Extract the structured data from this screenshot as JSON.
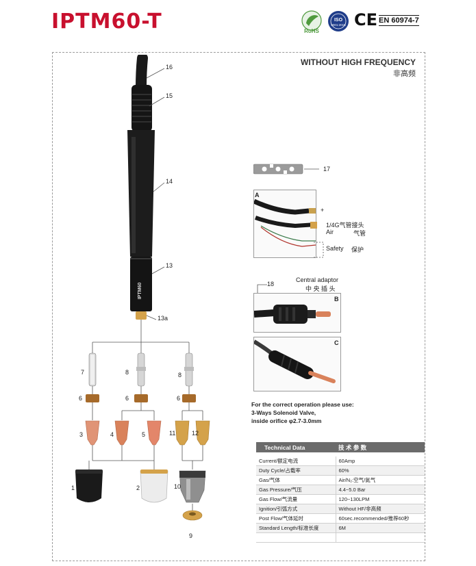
{
  "header": {
    "title": "IPTM60-T",
    "cert_rohs": "RoHS",
    "cert_iso": "ISO",
    "cert_iso_sub": "9001:2015",
    "cert_ce": "CE",
    "cert_en": "EN 60974-7"
  },
  "section": {
    "title_en": "WITHOUT HIGH FREQUENCY",
    "title_cn": "非高频"
  },
  "callouts": {
    "n16": "16",
    "n15": "15",
    "n14": "14",
    "n13": "13",
    "n13a": "13a",
    "n17": "17",
    "n18": "18",
    "n7": "7",
    "n8a": "8",
    "n8b": "8",
    "n6a": "6",
    "n6b": "6",
    "n6c": "6",
    "n3": "3",
    "n4": "4",
    "n5": "5",
    "n11": "11",
    "n12": "12",
    "n1": "1",
    "n2": "2",
    "n10": "10",
    "n9": "9"
  },
  "torch_label": "IPTM60",
  "panel_a": {
    "label": "A",
    "plus": "+",
    "fitting": "1/4G气管接头",
    "air": "Air",
    "air_cn": "气管",
    "safety": "Safety",
    "safety_cn": "保护"
  },
  "central_adaptor": {
    "en": "Central adaptor",
    "cn": "中 央 插 头",
    "label_b": "B",
    "label_c": "C"
  },
  "note": {
    "line1": "For the correct operation please use:",
    "line2": "3-Ways Solenoid Valve,",
    "line3": "inside orifice φ2.7-3.0mm"
  },
  "table": {
    "head_en": "Technical  Data",
    "head_cn": "技 术 参 数",
    "rows": [
      {
        "label": "Current/额定电流",
        "value": "60Amp"
      },
      {
        "label": "Duty Cycle/占载率",
        "value": "60%"
      },
      {
        "label": "Gas/气体",
        "value": "Air/N₂:空气/氮气"
      },
      {
        "label": "Gas Pressure/气压",
        "value": "4.4~5.0 Bar"
      },
      {
        "label": "Gas Flow/气流量",
        "value": "120~130LPM"
      },
      {
        "label": "Ignition/引弧方式",
        "value": "Without HF/非高频"
      },
      {
        "label": "Post Flow/气体延时",
        "value": "60sec.recommended/推荐60秒"
      },
      {
        "label": "Standard Length/标准长度",
        "value": "6M"
      },
      {
        "label": "",
        "value": ""
      }
    ]
  },
  "colors": {
    "title_red": "#c8102e",
    "table_head": "#6b6b6b",
    "copper": "#d9825b",
    "brass": "#d4a24a"
  }
}
